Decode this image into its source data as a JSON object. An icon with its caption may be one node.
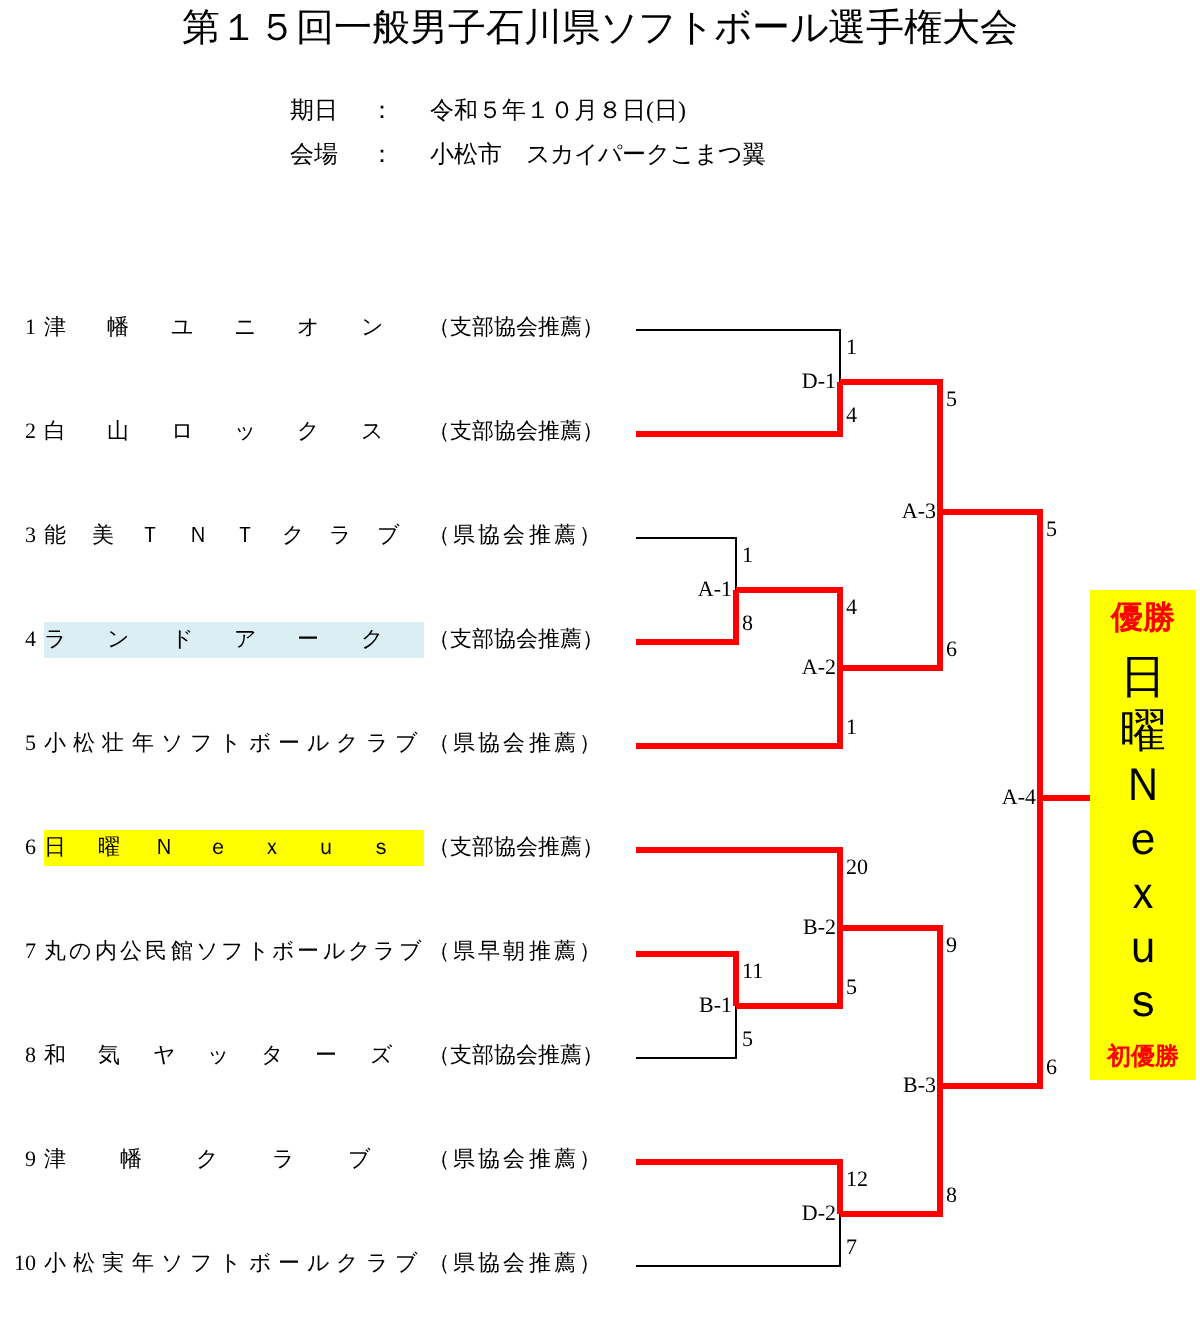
{
  "diagram": {
    "title": "第１５回一般男子石川県ソフトボール選手権大会",
    "nodes": [
      {
        "text": [
          "1",
          "津幡ユニオン",
          "（支部協会推薦）"
        ]
      },
      {
        "text": [
          "2",
          "白山ロックス",
          "（支部協会推薦）"
        ]
      },
      {
        "text": [
          "3",
          "能美ＴＮＴクラブ",
          "（県協会推薦）"
        ]
      },
      {
        "text": [
          "4",
          "ランドアーク",
          "（支部協会推薦）"
        ]
      },
      {
        "text": [
          "5",
          "小松壮年ソフトボールクラブ",
          "（県協会推薦）"
        ]
      },
      {
        "text": [
          "6",
          "日曜Ｎｅｘｕｓ",
          "（支部協会推薦）"
        ]
      },
      {
        "text": [
          "7",
          "丸の内公民館ソフトボールクラブ",
          "（県早朝推薦）"
        ]
      },
      {
        "text": [
          "8",
          "和気ヤッターズ",
          "（支部協会推薦）"
        ]
      },
      {
        "text": [
          "9",
          "津幡クラブ",
          "（県協会推薦）"
        ]
      },
      {
        "text": [
          "10",
          "小松実年ソフトボールクラブ",
          "（県協会推薦）"
        ]
      },
      {
        "text": [
          "D-1"
        ]
      },
      {
        "text": [
          "A-3"
        ]
      },
      {
        "text": [
          "A-1"
        ]
      },
      {
        "text": [
          "A-2"
        ]
      },
      {
        "text": [
          "A-4"
        ]
      },
      {
        "text": [
          "B-2"
        ]
      },
      {
        "text": [
          "B-1"
        ]
      },
      {
        "text": [
          "B-3"
        ]
      },
      {
        "text": [
          "D-2"
        ]
      },
      {
        "text": [
          "優勝",
          "日曜Ｎｅｘｕｓ",
          "初優勝"
        ]
      }
    ],
    "edges": [
      {
        "from": 0,
        "to": 10,
        "arrow": "none",
        "label": "1",
        "color": "#000000"
      },
      {
        "from": 1,
        "to": 10,
        "arrow": "none",
        "label": "4"
      },
      {
        "from": 2,
        "to": 12,
        "arrow": "none",
        "label": "1",
        "color": "#000000"
      },
      {
        "from": 3,
        "to": 12,
        "arrow": "none",
        "label": "8"
      },
      {
        "from": 12,
        "to": 13,
        "arrow": "none",
        "label": "4"
      },
      {
        "from": 4,
        "to": 13,
        "arrow": "none",
        "label": "1"
      },
      {
        "from": 10,
        "to": 11,
        "arrow": "none",
        "label": "5"
      },
      {
        "from": 13,
        "to": 11,
        "arrow": "none",
        "label": "6"
      },
      {
        "from": 11,
        "to": 14,
        "arrow": "none",
        "label": "5"
      },
      {
        "from": 5,
        "to": 15,
        "arrow": "none",
        "label": "20"
      },
      {
        "from": 6,
        "to": 16,
        "arrow": "none",
        "label": "11"
      },
      {
        "from": 7,
        "to": 16,
        "arrow": "none",
        "label": "5",
        "color": "#000000"
      },
      {
        "from": 16,
        "to": 15,
        "arrow": "none",
        "label": "5"
      },
      {
        "from": 15,
        "to": 17,
        "arrow": "none",
        "label": "9"
      },
      {
        "from": 8,
        "to": 18,
        "arrow": "none",
        "label": "12"
      },
      {
        "from": 9,
        "to": 18,
        "arrow": "none",
        "label": "7",
        "color": "#000000"
      },
      {
        "from": 18,
        "to": 17,
        "arrow": "none",
        "label": "8"
      },
      {
        "from": 17,
        "to": 14,
        "arrow": "none",
        "label": "6"
      },
      {
        "from": 14,
        "to": 19,
        "arrow": "none"
      }
    ],
    "labels": [
      "期日",
      "：",
      "令和５年１０月８日(日)",
      "会場",
      "：",
      "小松市　スカイパークこまつ翼"
    ]
  }
}
